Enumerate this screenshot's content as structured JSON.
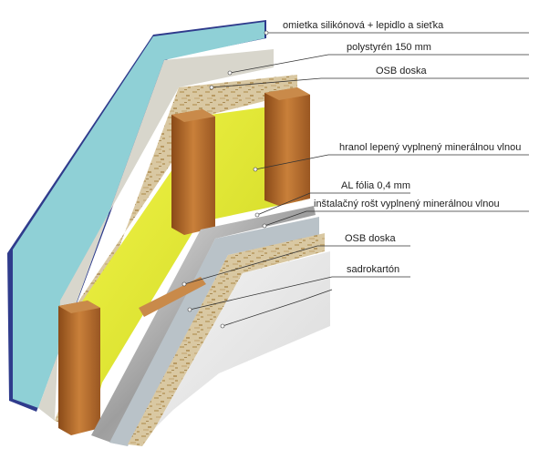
{
  "labels": {
    "l1": "omietka silikónová + lepidlo a sieťka",
    "l2": "polystyrén 150 mm",
    "l3": "OSB doska",
    "l4": "hranol lepený vyplnený minerálnou vlnou",
    "l5": "AL fólia 0,4 mm",
    "l6": "inštalačný rošt vyplnený minerálnou vlnou",
    "l7": "OSB doska",
    "l8": "sadrokartón"
  }
}
